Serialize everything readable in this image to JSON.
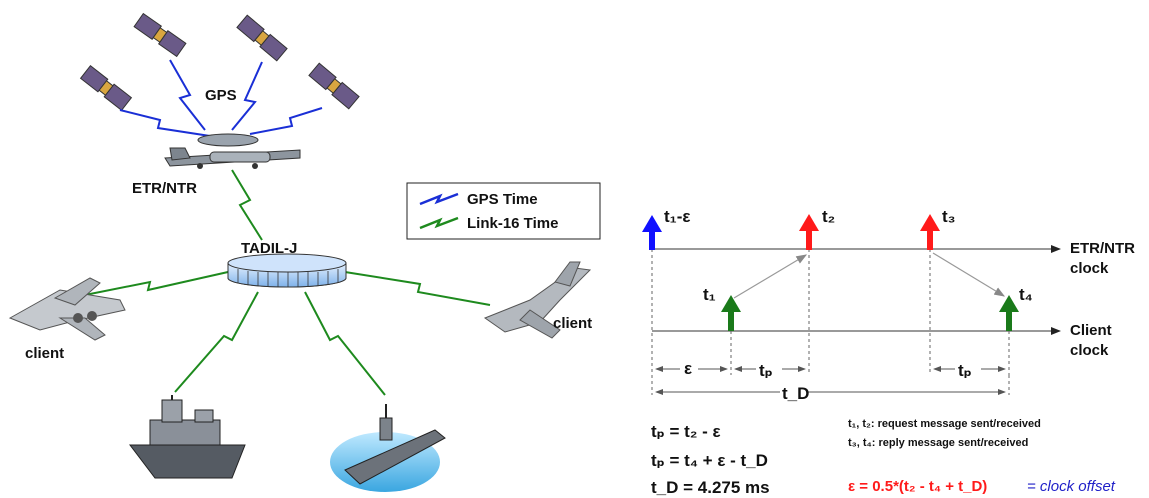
{
  "network": {
    "gps_label": "GPS",
    "etr_label": "ETR/NTR",
    "tadil_label": "TADIL-J",
    "client_left": "client",
    "client_right": "client"
  },
  "legend": {
    "gps_time": "GPS Time",
    "link16_time": "Link-16 Time",
    "gps_color": "#1a2fd6",
    "link16_color": "#1e8a1e"
  },
  "timing": {
    "t1_eps": "t₁-ε",
    "t1": "t₁",
    "t2": "t₂",
    "t3": "t₃",
    "t4": "t₄",
    "etr_clock_line1": "ETR/NTR",
    "etr_clock_line2": "clock",
    "client_clock_line1": "Client",
    "client_clock_line2": "clock",
    "eps": "ε",
    "tp_a": "tₚ",
    "tp_b": "tₚ",
    "td": "t_D",
    "arrow_colors": {
      "blue": "#1010ff",
      "red": "#ff1a1a",
      "green": "#1a7a1a"
    }
  },
  "equations": {
    "eq1": "tₚ = t₂ - ε",
    "eq2": "tₚ = t₄ + ε - t_D",
    "eq3": "t_D = 4.275 ms",
    "note1": "t₁, t₂: request message sent/received",
    "note2": "t₃, t₄: reply message sent/received",
    "offset_red": "ε = 0.5*(t₂ - t₄ + t_D)",
    "offset_blue": "= clock offset"
  }
}
